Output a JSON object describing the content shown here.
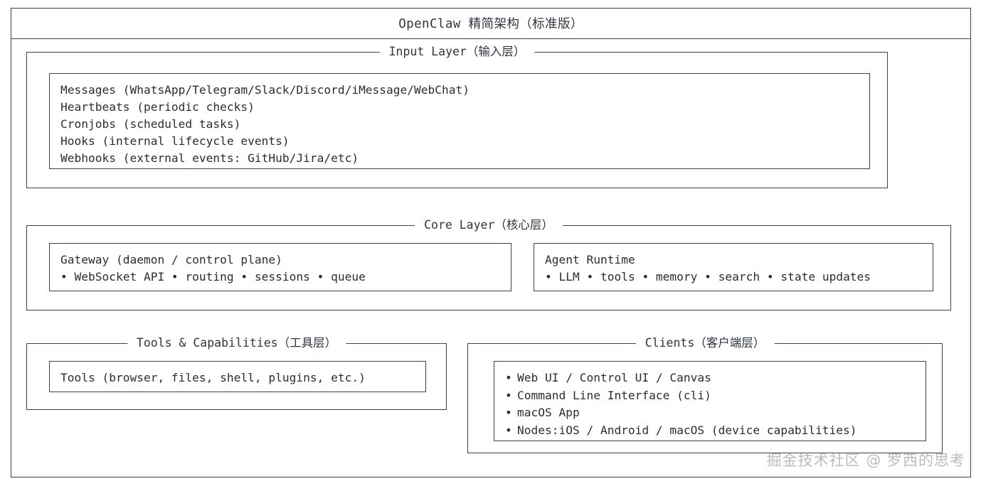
{
  "title": "OpenClaw 精简架构（标准版）",
  "layers": {
    "input": {
      "legend": "Input Layer（输入层）",
      "lines": [
        "Messages (WhatsApp/Telegram/Slack/Discord/iMessage/WebChat)",
        "Heartbeats (periodic checks)",
        "Cronjobs (scheduled tasks)",
        "Hooks (internal lifecycle events)",
        "Webhooks (external events: GitHub/Jira/etc)"
      ]
    },
    "core": {
      "legend": "Core Layer（核心层）",
      "gateway": {
        "heading": "Gateway (daemon / control plane)",
        "detail": "• WebSocket API • routing • sessions • queue"
      },
      "agent_runtime": {
        "heading": "Agent Runtime",
        "detail": "• LLM • tools • memory • search • state updates"
      }
    },
    "tools": {
      "legend": "Tools & Capabilities（工具层）",
      "line": "Tools (browser, files, shell, plugins, etc.)"
    },
    "clients": {
      "legend": "Clients（客户端层）",
      "items": [
        "Web UI / Control UI / Canvas",
        "Command Line Interface (cli)",
        "macOS App",
        "Nodes:iOS / Android / macOS (device capabilities)"
      ],
      "bullet": "•"
    }
  },
  "watermark": "掘金技术社区 @ 罗西的思考",
  "colors": {
    "stroke": "#3c4350",
    "text": "#2c2c34",
    "background": "#ffffff",
    "watermark": "rgba(90,92,100,0.42)"
  }
}
